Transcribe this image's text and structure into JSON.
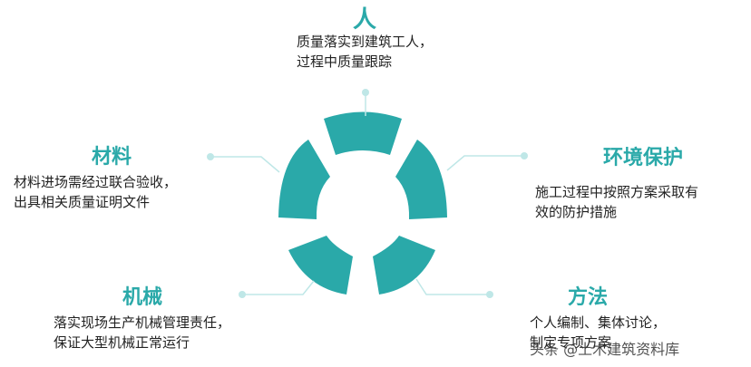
{
  "accent_color": "#2aa9a9",
  "line_color": "#bfe7e7",
  "nodes": {
    "top": {
      "title": "人",
      "lines": [
        "质量落实到建筑工人，",
        "过程中质量跟踪"
      ]
    },
    "left": {
      "title": "材料",
      "lines": [
        "材料进场需经过联合验收，",
        "出具相关质量证明文件"
      ]
    },
    "right": {
      "title": "环境保护",
      "lines": [
        "施工过程中按照方案采取有",
        "效的防护措施"
      ]
    },
    "bottom_left": {
      "title": "机械",
      "lines": [
        "落实现场生产机械管理责任，",
        "保证大型机械正常运行"
      ]
    },
    "bottom_right": {
      "title": "方法",
      "lines": [
        "个人编制、集体讨论，",
        "制定专项方案"
      ]
    }
  },
  "watermark": "头条 @土木建筑资料库"
}
